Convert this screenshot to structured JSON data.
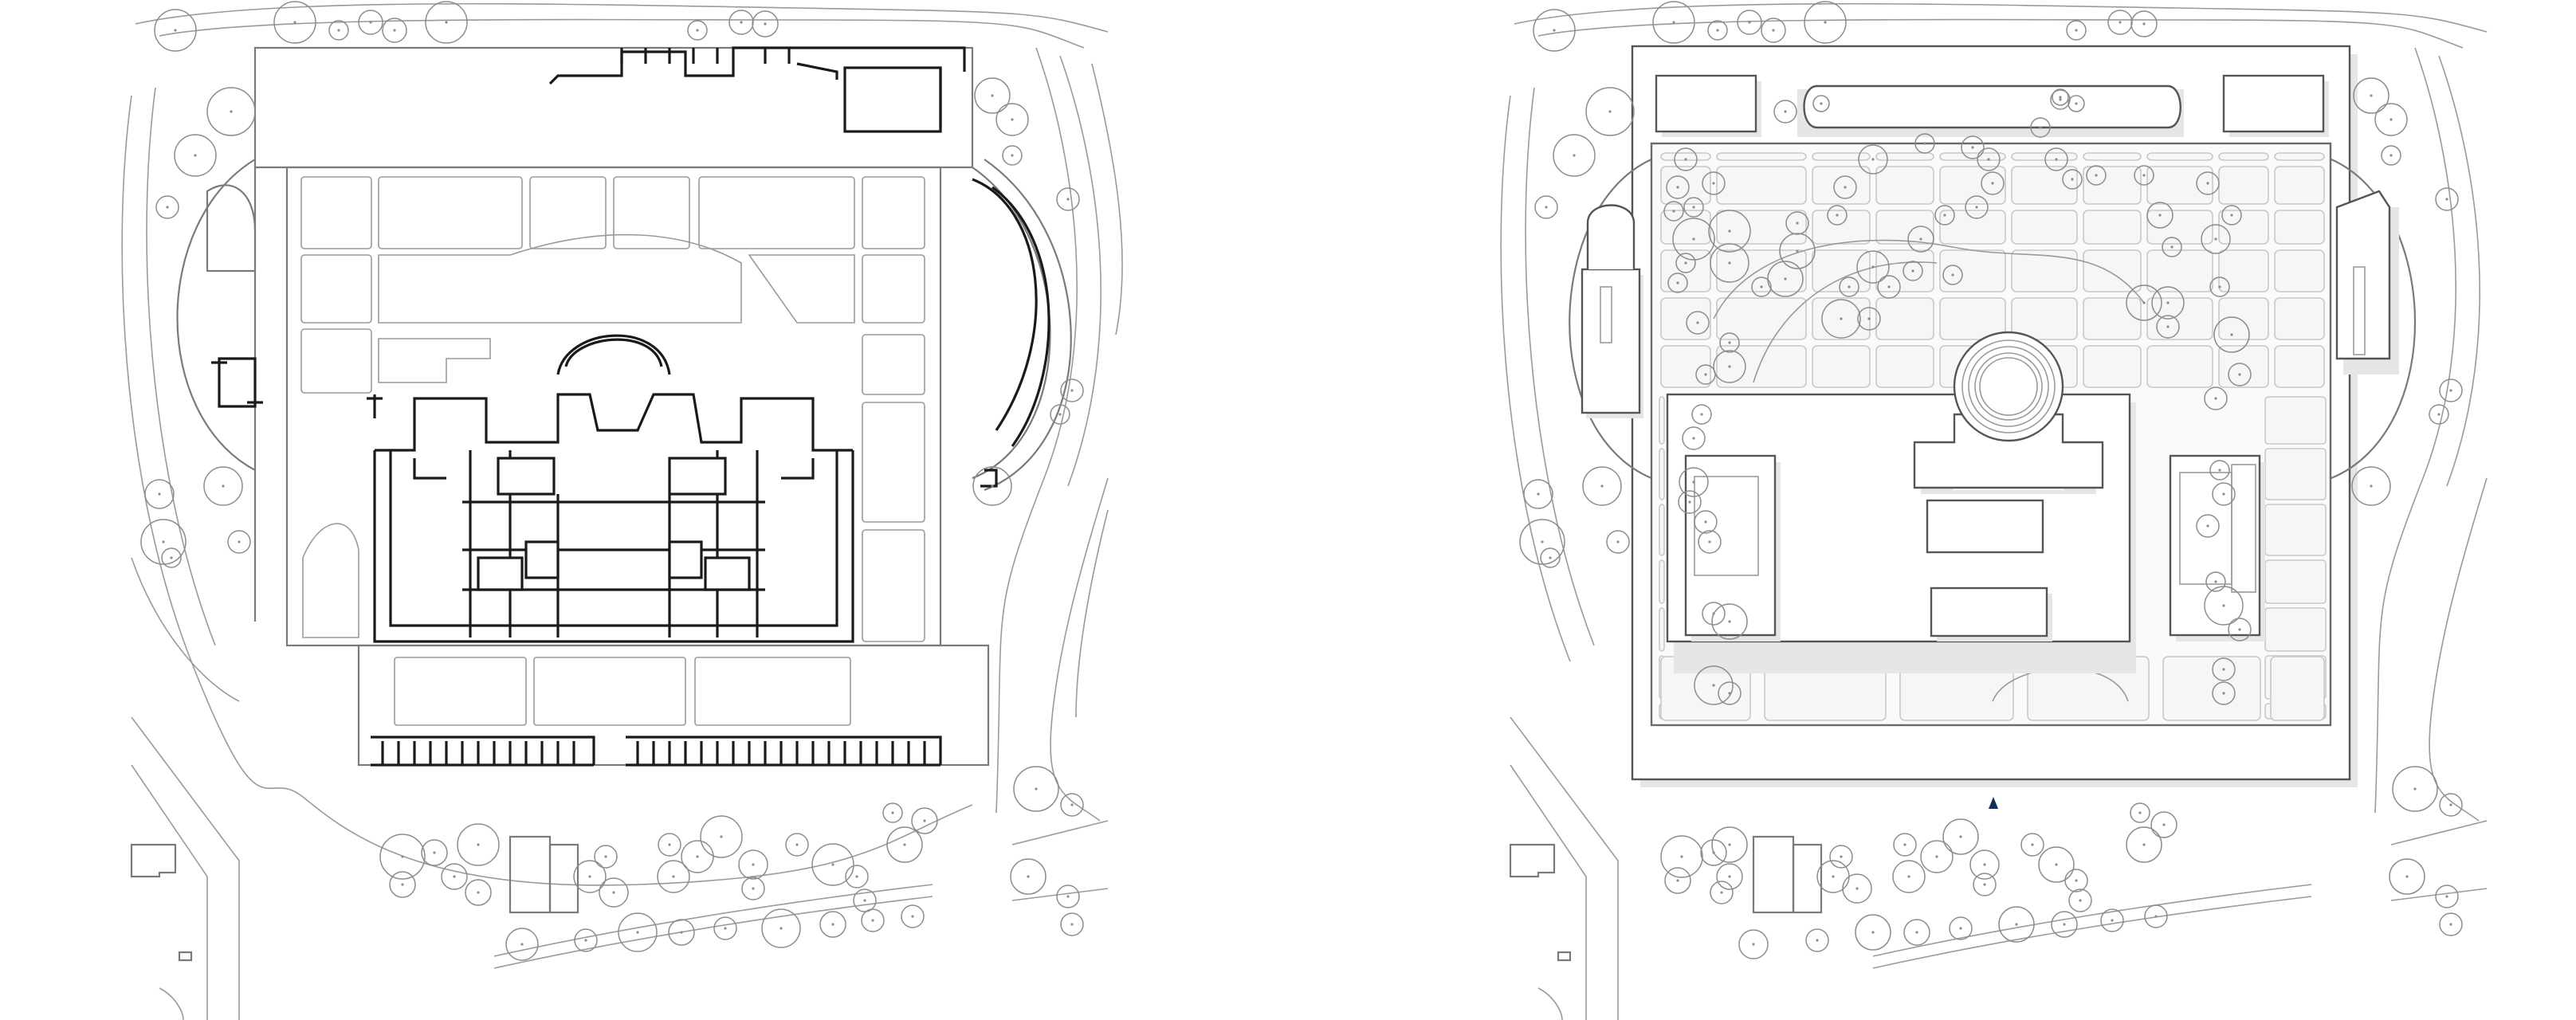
{
  "figure": {
    "panels": [
      {
        "id": "existing-plan",
        "kind": "site-plan"
      },
      {
        "id": "proposed-plan",
        "kind": "site-plan"
      }
    ],
    "colors": {
      "background": "#ffffff",
      "context_line": "#9a9a9a",
      "wall": "#1a1a1a",
      "shadow": "#e6e6e6",
      "north_arrow": "#0f2f55"
    },
    "icons": [
      "tree-icon",
      "north-arrow-icon"
    ]
  }
}
